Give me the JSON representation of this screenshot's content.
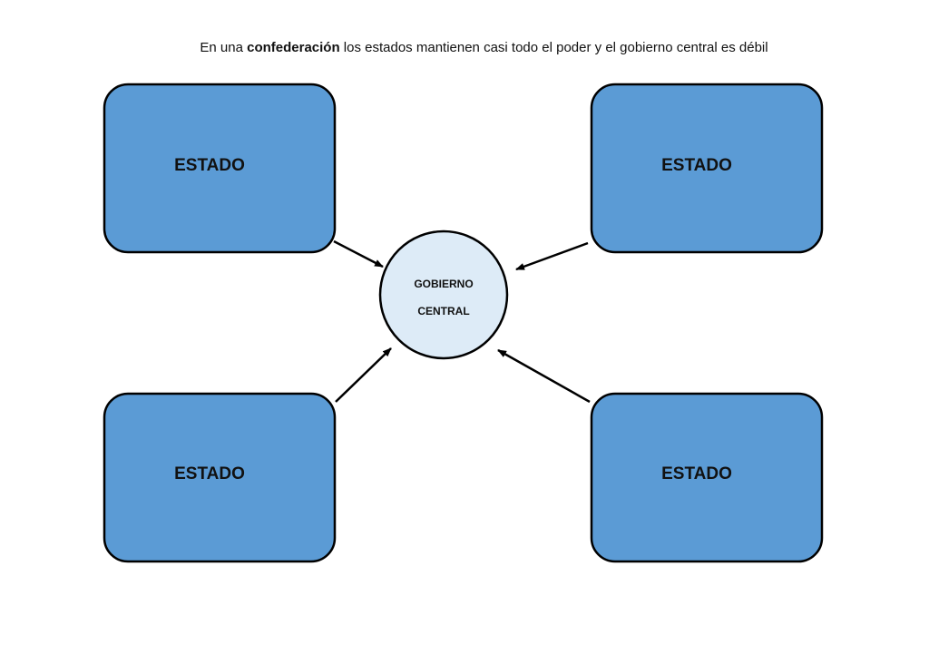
{
  "title": {
    "prefix": "En una ",
    "emphasis": "confederación",
    "suffix": " los estados mantienen casi todo el poder y el gobierno central es débil"
  },
  "diagram": {
    "states": [
      {
        "label": "ESTADO"
      },
      {
        "label": "ESTADO"
      },
      {
        "label": "ESTADO"
      },
      {
        "label": "ESTADO"
      }
    ],
    "center": {
      "line1": "GOBIERNO",
      "line2": "CENTRAL"
    }
  },
  "colors": {
    "state_fill": "#5b9bd5",
    "center_fill": "#ddebf7",
    "stroke": "#000000"
  }
}
